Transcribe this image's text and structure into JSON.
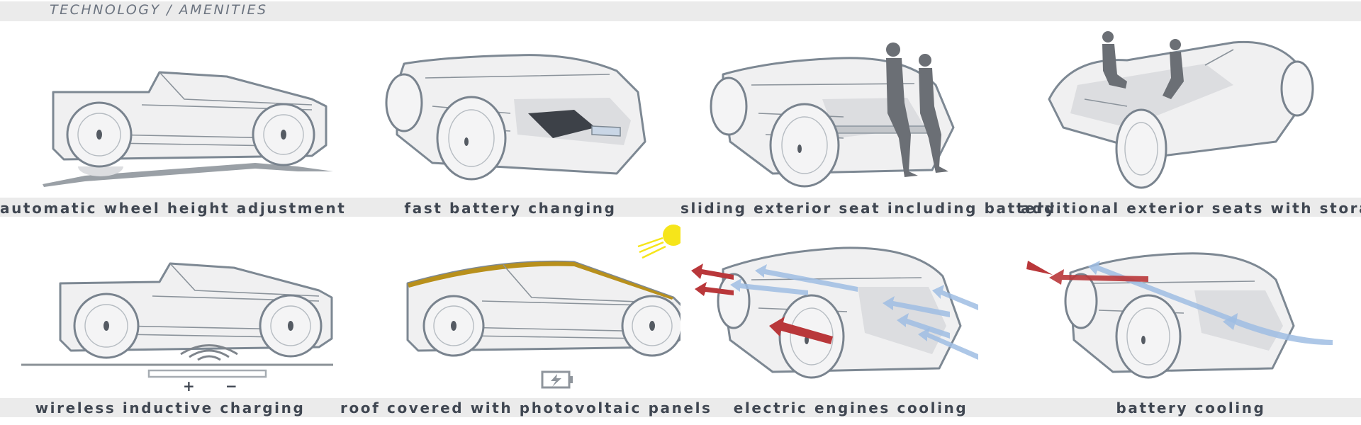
{
  "header": {
    "title": "TECHNOLOGY / AMENITIES"
  },
  "panels": {
    "wheel_height": {
      "caption": "automatic wheel height adjustment"
    },
    "battery_changing": {
      "caption": "fast battery changing"
    },
    "sliding_seat": {
      "caption": "sliding exterior seat including battery"
    },
    "exterior_seats": {
      "caption": "additional exterior seats with storage"
    },
    "wireless_charging": {
      "caption": "wireless inductive charging",
      "plus": "+",
      "minus": "−"
    },
    "photovoltaic": {
      "caption": "roof covered with photovoltaic panels"
    },
    "engines_cooling": {
      "caption": "electric engines cooling"
    },
    "battery_cooling": {
      "caption": "battery cooling"
    }
  },
  "colors": {
    "band": "#ebebeb",
    "caption_text": "#3f4651",
    "car_outline": "#7d8893",
    "solar_roof": "#b8901c",
    "sun": "#f6e51a",
    "cool_air": "#9fbde3",
    "hot_air": "#b9373a"
  },
  "icons": [
    "sun-icon",
    "battery-charge-icon",
    "wireless-signal-icon"
  ]
}
